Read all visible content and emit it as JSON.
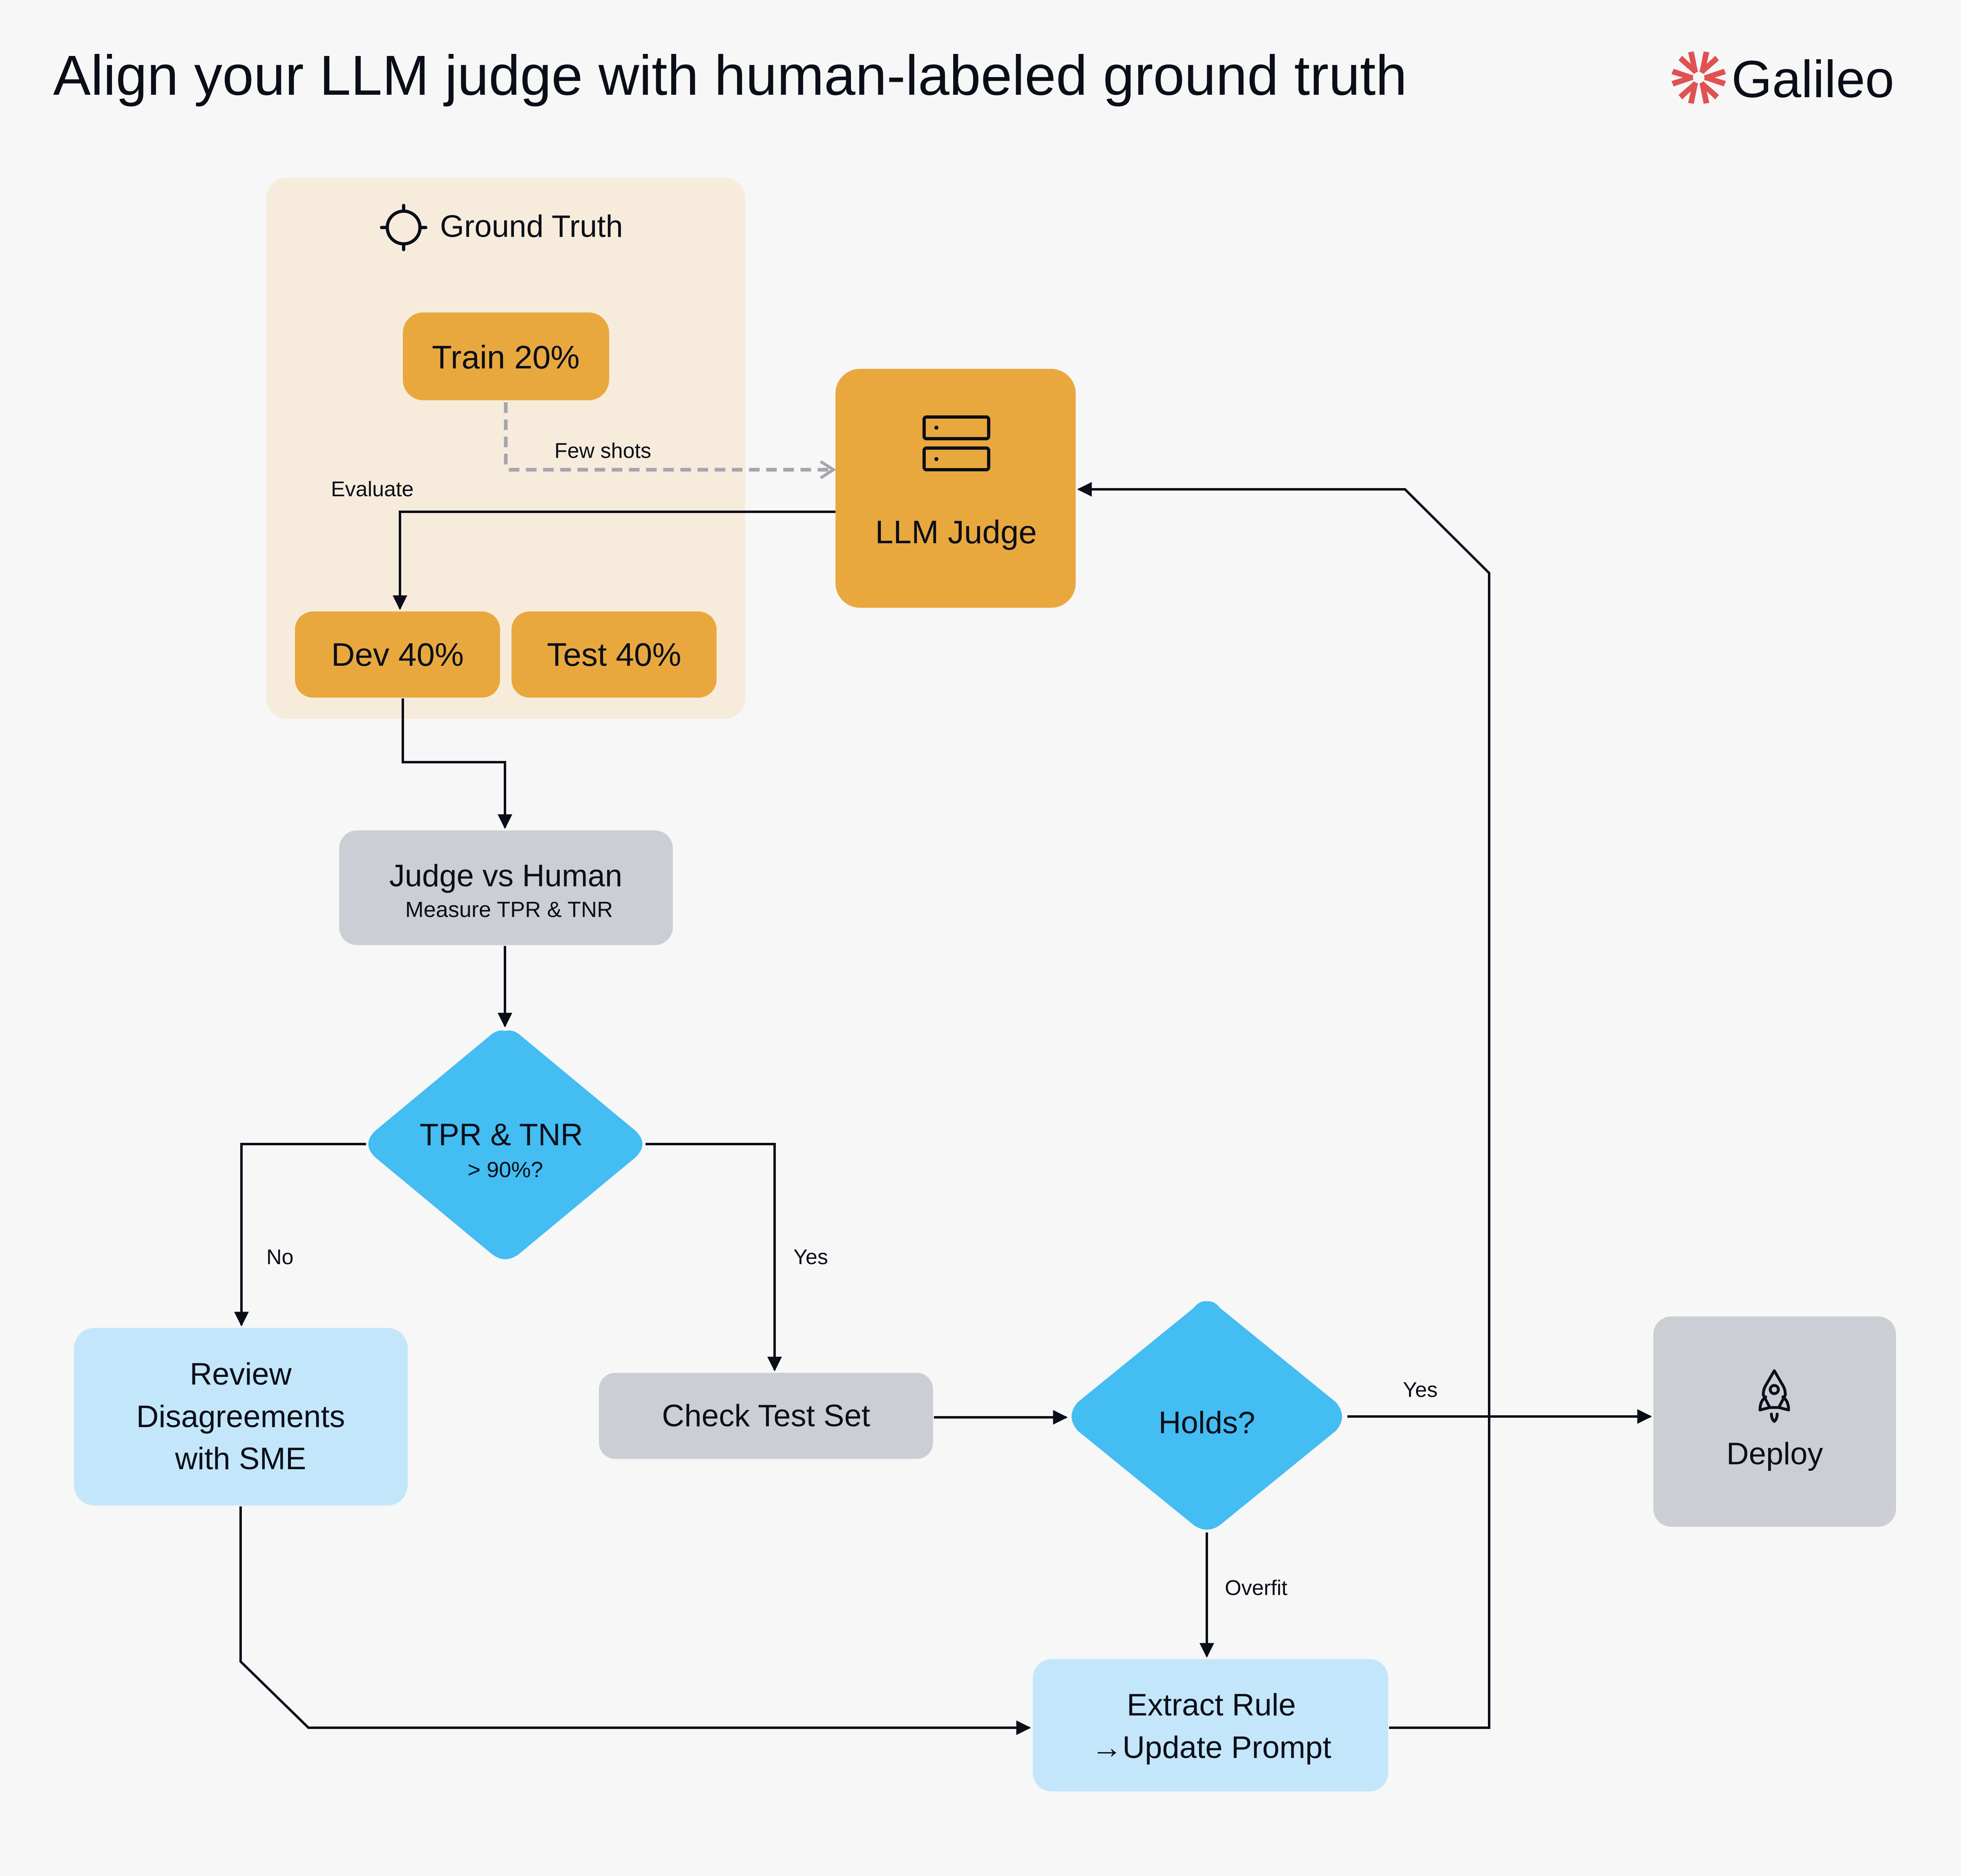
{
  "header": {
    "title": "Align your LLM judge with human-labeled ground truth",
    "brand": "Galileo",
    "brand_icon": "galileo-starburst-logo",
    "brand_color": "#e05252"
  },
  "colors": {
    "background": "#f7f7f7",
    "panel": "#f7ecdc",
    "orange_node": "#e9a83e",
    "gray_node": "#cbcfd5",
    "light_blue_node": "#c4e6fa",
    "decision": "#43bdf2",
    "connector": "#0a0e18",
    "dashed_connector": "#a3a6ad"
  },
  "ground_truth": {
    "label": "Ground Truth",
    "icon": "crosshair-icon",
    "train": "Train 20%",
    "dev": "Dev 40%",
    "test": "Test 40%"
  },
  "llm_judge": {
    "label": "LLM Judge",
    "icon": "server-icon"
  },
  "judge_vs_human": {
    "title": "Judge vs Human",
    "subtitle": "Measure TPR & TNR"
  },
  "decision_threshold": {
    "title": "TPR & TNR",
    "subtitle": "> 90%?"
  },
  "review": {
    "lines": [
      "Review",
      "Disagreements",
      "with SME"
    ]
  },
  "check_test_set": {
    "label": "Check Test Set"
  },
  "holds": {
    "label": "Holds?"
  },
  "deploy": {
    "label": "Deploy",
    "icon": "rocket-icon"
  },
  "extract_rule": {
    "lines": [
      "Extract Rule",
      "→Update Prompt"
    ]
  },
  "edge_labels": {
    "few_shots": "Few shots",
    "evaluate": "Evaluate",
    "no": "No",
    "yes_threshold": "Yes",
    "yes_holds": "Yes",
    "overfit": "Overfit"
  }
}
